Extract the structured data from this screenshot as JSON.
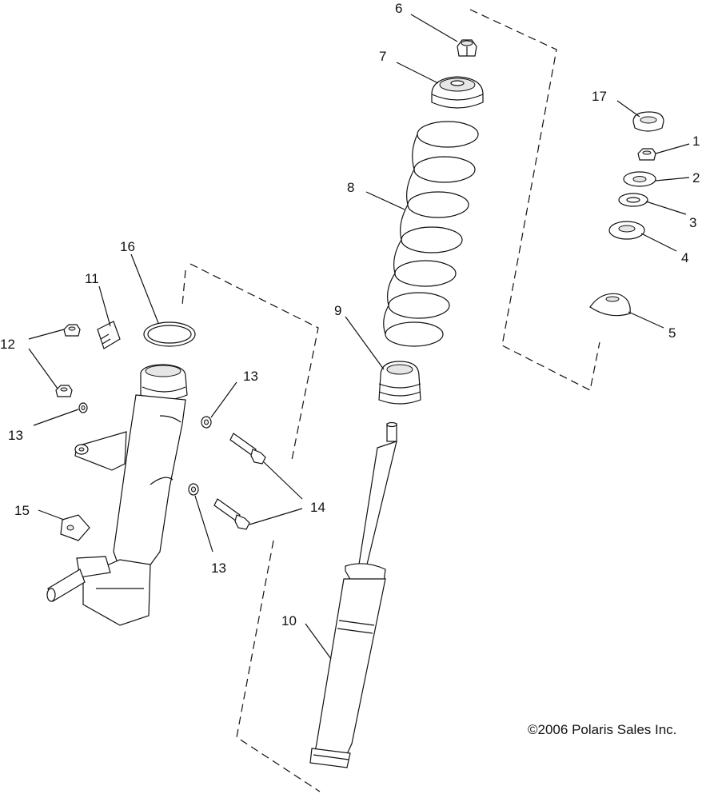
{
  "diagram": {
    "callouts": [
      {
        "id": "p6",
        "label": "6"
      },
      {
        "id": "p7",
        "label": "7"
      },
      {
        "id": "p17",
        "label": "17"
      },
      {
        "id": "p1",
        "label": "1"
      },
      {
        "id": "p2",
        "label": "2"
      },
      {
        "id": "p3",
        "label": "3"
      },
      {
        "id": "p4",
        "label": "4"
      },
      {
        "id": "p5",
        "label": "5"
      },
      {
        "id": "p8",
        "label": "8"
      },
      {
        "id": "p9",
        "label": "9"
      },
      {
        "id": "p10",
        "label": "10"
      },
      {
        "id": "p16",
        "label": "16"
      },
      {
        "id": "p11",
        "label": "11"
      },
      {
        "id": "p12",
        "label": "12"
      },
      {
        "id": "p13a",
        "label": "13"
      },
      {
        "id": "p13b",
        "label": "13"
      },
      {
        "id": "p13c",
        "label": "13"
      },
      {
        "id": "p14",
        "label": "14"
      },
      {
        "id": "p15",
        "label": "15"
      }
    ],
    "copyright": "©2006 Polaris Sales Inc."
  }
}
